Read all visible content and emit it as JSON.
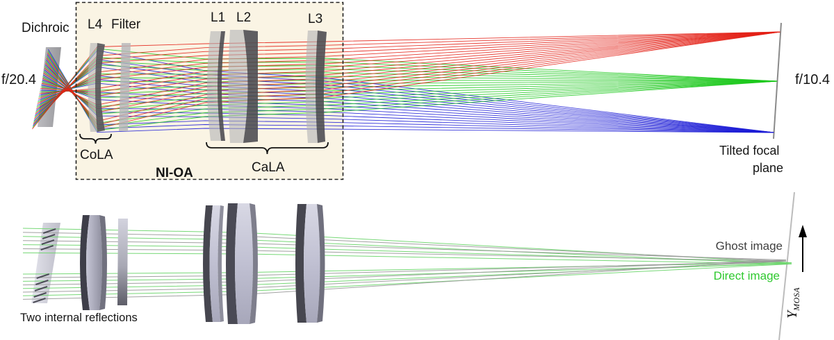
{
  "colors": {
    "ray_red": "#e32117",
    "ray_green": "#1ec91e",
    "ray_blue": "#1e1ed6",
    "ghost_ray": "#9c9c9c",
    "direct_ray": "#6fd66f",
    "box_bg": "#faf4e4",
    "ghost_label": "#3f3f3f",
    "direct_label": "#2fc92f",
    "focal_plane_gray": "#8a8a8a"
  },
  "top_panel": {
    "labels": {
      "dichroic": "Dichroic",
      "input_f_number": "f/20.4",
      "lens_l4": "L4",
      "filter": "Filter",
      "lens_l1": "L1",
      "lens_l2": "L2",
      "lens_l3": "L3",
      "cola": "CoLA",
      "ni_oa": "NI-OA",
      "cala": "CaLA",
      "output_f_number": "f/10.4",
      "focal_plane_line1": "Tilted focal",
      "focal_plane_line2": "plane"
    }
  },
  "bottom_panel": {
    "labels": {
      "reflections": "Two internal reflections",
      "ghost_image": "Ghost image",
      "direct_image": "Direct image",
      "axis_main": "Y",
      "axis_sub": "MOSA"
    }
  }
}
